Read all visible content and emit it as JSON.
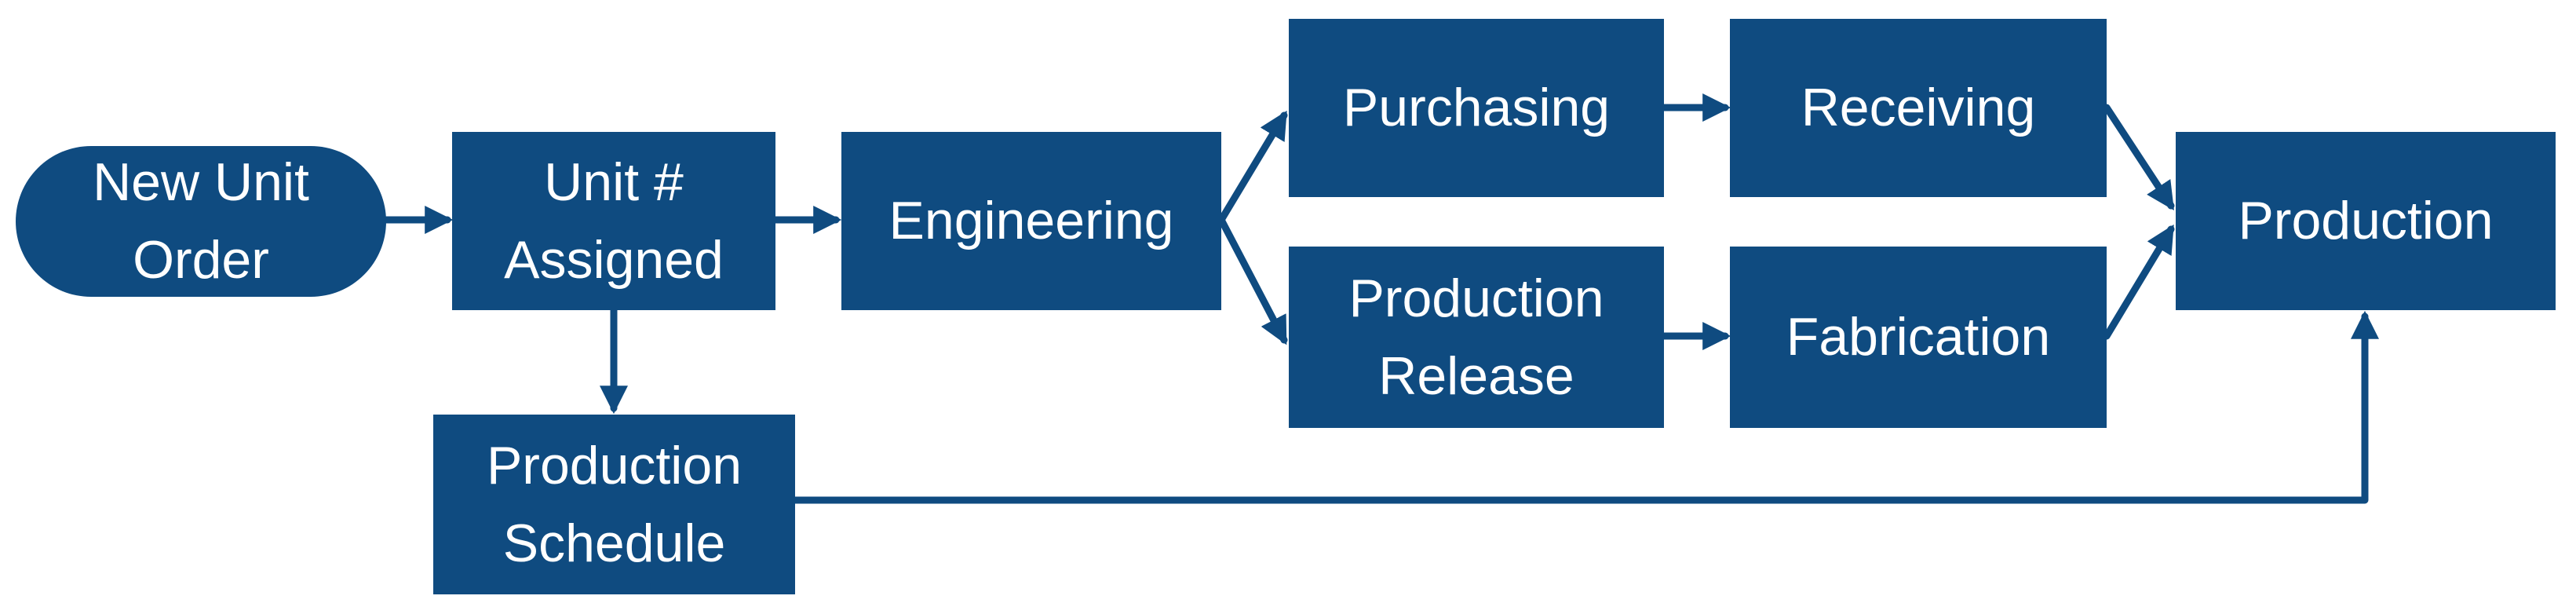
{
  "colors": {
    "box_fill": "#0f4b80",
    "arrow": "#0f4b80",
    "text": "#ffffff",
    "background": "#ffffff"
  },
  "nodes": {
    "new_unit_order": "New Unit\nOrder",
    "unit_assigned": "Unit #\nAssigned",
    "engineering": "Engineering",
    "purchasing": "Purchasing",
    "receiving": "Receiving",
    "production_release": "Production\nRelease",
    "fabrication": "Fabrication",
    "production": "Production",
    "production_schedule": "Production\nSchedule"
  },
  "edges": [
    {
      "from": "New Unit Order",
      "to": "Unit # Assigned"
    },
    {
      "from": "Unit # Assigned",
      "to": "Engineering"
    },
    {
      "from": "Unit # Assigned",
      "to": "Production Schedule"
    },
    {
      "from": "Engineering",
      "to": "Purchasing"
    },
    {
      "from": "Engineering",
      "to": "Production Release"
    },
    {
      "from": "Purchasing",
      "to": "Receiving"
    },
    {
      "from": "Production Release",
      "to": "Fabrication"
    },
    {
      "from": "Receiving",
      "to": "Production"
    },
    {
      "from": "Fabrication",
      "to": "Production"
    },
    {
      "from": "Production Schedule",
      "to": "Production"
    }
  ]
}
